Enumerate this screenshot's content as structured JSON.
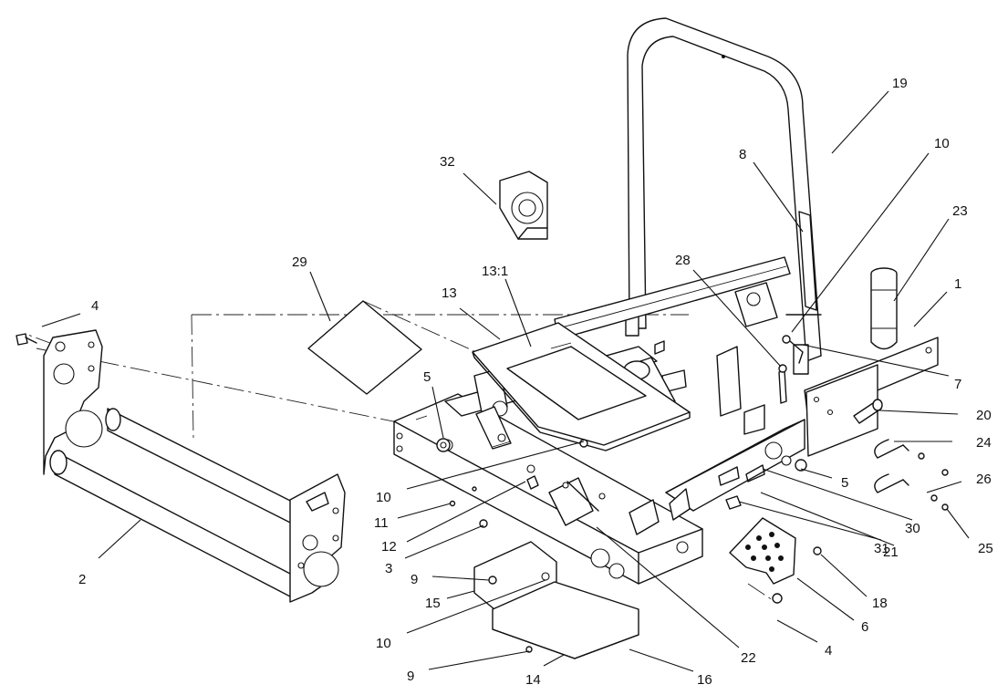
{
  "callouts": [
    {
      "id": "c-1",
      "label": "1"
    },
    {
      "id": "c-2",
      "label": "2"
    },
    {
      "id": "c-3",
      "label": "3"
    },
    {
      "id": "c-4a",
      "label": "4"
    },
    {
      "id": "c-4b",
      "label": "4"
    },
    {
      "id": "c-5a",
      "label": "5"
    },
    {
      "id": "c-5b",
      "label": "5"
    },
    {
      "id": "c-6",
      "label": "6"
    },
    {
      "id": "c-7",
      "label": "7"
    },
    {
      "id": "c-8",
      "label": "8"
    },
    {
      "id": "c-9a",
      "label": "9"
    },
    {
      "id": "c-9b",
      "label": "9"
    },
    {
      "id": "c-10a",
      "label": "10"
    },
    {
      "id": "c-10b",
      "label": "10"
    },
    {
      "id": "c-10c",
      "label": "10"
    },
    {
      "id": "c-11",
      "label": "11"
    },
    {
      "id": "c-12",
      "label": "12"
    },
    {
      "id": "c-13",
      "label": "13"
    },
    {
      "id": "c-13-1",
      "label": "13:1"
    },
    {
      "id": "c-14",
      "label": "14"
    },
    {
      "id": "c-15",
      "label": "15"
    },
    {
      "id": "c-16",
      "label": "16"
    },
    {
      "id": "c-18",
      "label": "18"
    },
    {
      "id": "c-19",
      "label": "19"
    },
    {
      "id": "c-20",
      "label": "20"
    },
    {
      "id": "c-21",
      "label": "21"
    },
    {
      "id": "c-22",
      "label": "22"
    },
    {
      "id": "c-23",
      "label": "23"
    },
    {
      "id": "c-24",
      "label": "24"
    },
    {
      "id": "c-25",
      "label": "25"
    },
    {
      "id": "c-26",
      "label": "26"
    },
    {
      "id": "c-28",
      "label": "28"
    },
    {
      "id": "c-29",
      "label": "29"
    },
    {
      "id": "c-30",
      "label": "30"
    },
    {
      "id": "c-31",
      "label": "31"
    },
    {
      "id": "c-32",
      "label": "32"
    }
  ]
}
